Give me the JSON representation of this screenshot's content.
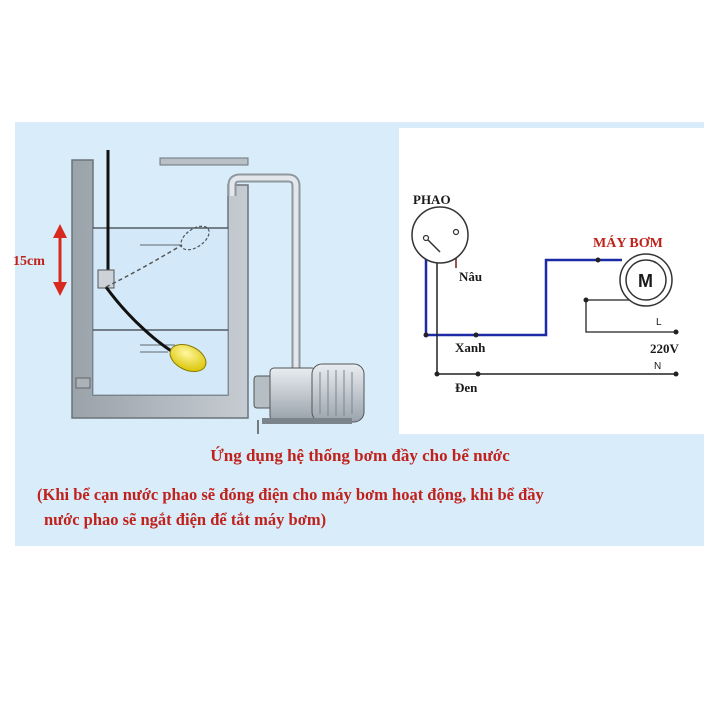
{
  "tank_diagram": {
    "level_label": "15cm"
  },
  "wiring": {
    "float_switch_label": "PHAO",
    "pump_label": "MÁY BƠM",
    "motor_symbol": "M",
    "wire_brown_label": "Nâu",
    "wire_blue_label": "Xanh",
    "wire_black_label": "Đen",
    "terminal_l_label": "L",
    "terminal_n_label": "N",
    "voltage_label": "220V"
  },
  "caption": {
    "title": "Ứng dụng hệ thống bơm đầy cho bể nước",
    "note_line1": "(Khi bể cạn nước phao sẽ đóng điện cho máy bơm hoạt động, khi bể đầy",
    "note_line2": "nước phao sẽ ngắt điện để tắt máy bơm)"
  },
  "colors": {
    "background_panel": "#d8ecfa",
    "wire_blue": "#1c2aa8",
    "wire_brown": "#7a2b2b",
    "caption_red": "#c0211b",
    "float_ball": "#f2e01b",
    "level_arrow": "#d62a1e"
  }
}
